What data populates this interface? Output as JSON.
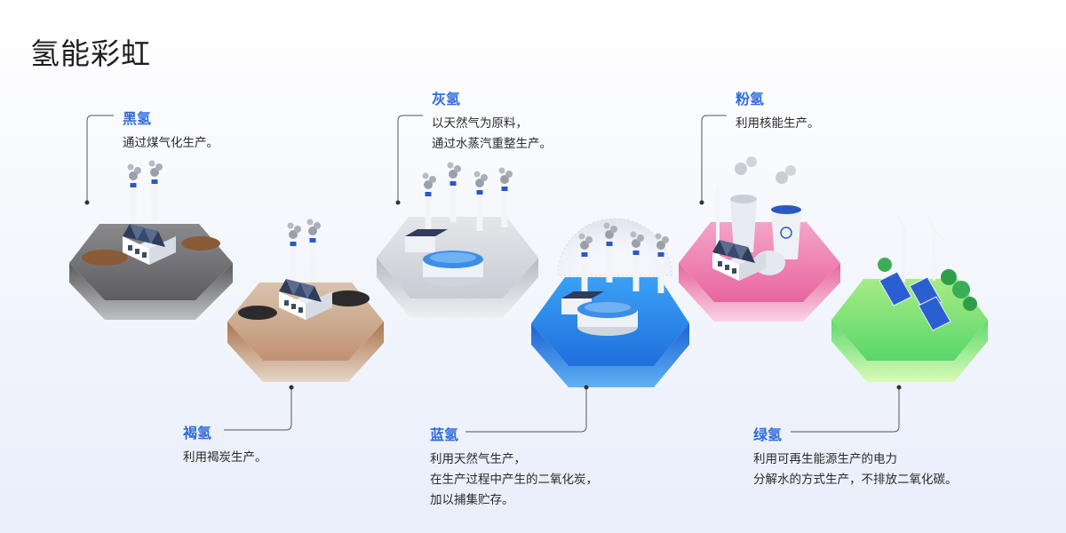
{
  "title": "氢能彩虹",
  "items": [
    {
      "id": "black",
      "name": "黑氢",
      "lines": [
        "通过煤气化生产。"
      ]
    },
    {
      "id": "brown",
      "name": "褐氢",
      "lines": [
        "利用褐炭生产。"
      ]
    },
    {
      "id": "gray",
      "name": "灰氢",
      "lines": [
        "以天然气为原料，",
        "通过水蒸汽重整生产。"
      ]
    },
    {
      "id": "blue",
      "name": "蓝氢",
      "lines": [
        "利用天然气生产，",
        "在生产过程中产生的二氧化炭，",
        "加以捕集贮存。"
      ]
    },
    {
      "id": "pink",
      "name": "粉氢",
      "lines": [
        "利用核能生产。"
      ]
    },
    {
      "id": "green",
      "name": "绿氢",
      "lines": [
        "利用可再生能源生产的电力",
        "分解水的方式生产，不排放二氧化碳。"
      ]
    }
  ],
  "colors": {
    "accent": "#2f6bdc",
    "black_tile": "#6f6f72",
    "brown_tile": "#b88a6a",
    "gray_tile": "#cfd2d8",
    "blue_tile": "#2a86e6",
    "pink_tile": "#ea6fa6",
    "green_tile": "#6fdc6a"
  }
}
